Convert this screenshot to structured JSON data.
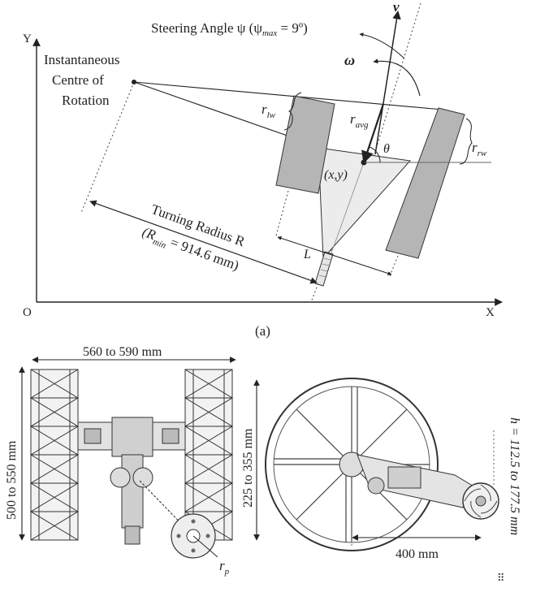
{
  "panel_a": {
    "caption": "(a)",
    "axis_y": "Y",
    "axis_x": "X",
    "origin": "O",
    "steering_text": "Steering Angle ψ (ψ",
    "steering_sub": "max",
    "steering_rest": " = 9º)",
    "v_label": "v",
    "w_label": "ω",
    "icr_line1": "Instantaneous",
    "icr_line2": "Centre of",
    "icr_line3": "Rotation",
    "rlw_main": "r",
    "rlw_sub": "lw",
    "rrw_main": "r",
    "rrw_sub": "rw",
    "ravg_main": "r",
    "ravg_sub": "avg",
    "theta_label": "θ",
    "center_label": "(x,y)",
    "L_label": "L",
    "turning_line1": "Turning Radius R",
    "turning_line2_a": "(R",
    "turning_line2_sub": "min",
    "turning_line2_b": " = 914.6 mm)"
  },
  "panel_b": {
    "width_label": "560 to 590 mm",
    "height_left": "500 to 550 mm",
    "height_mid": "225 to 355 mm",
    "h_label": "h = 112.5 to 177.5 mm",
    "length_label": "400 mm",
    "rp_main": "r",
    "rp_sub": "p",
    "corner_mark": "⠿"
  },
  "colors": {
    "ink": "#222222",
    "wheel_fill": "#b5b5b5",
    "body_fill": "#ececec",
    "guide": "#555555"
  }
}
